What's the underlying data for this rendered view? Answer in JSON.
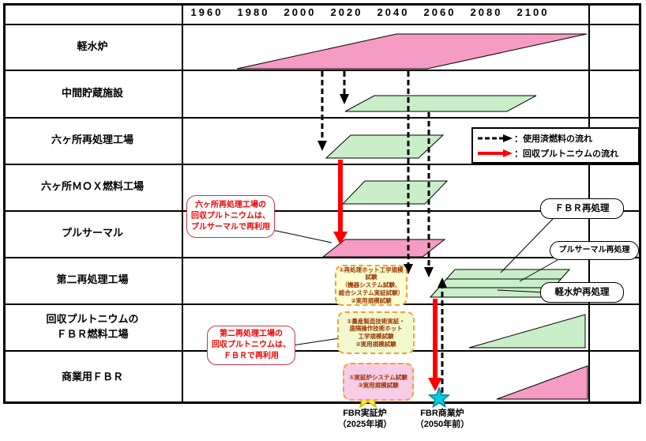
{
  "timeline": {
    "years": [
      "1960",
      "1980",
      "2000",
      "2020",
      "2040",
      "2060",
      "2080",
      "2100"
    ]
  },
  "rows": [
    {
      "label": "軽水炉"
    },
    {
      "label": "中間貯蔵施設"
    },
    {
      "label": "六ヶ所再処理工場"
    },
    {
      "label": "六ヶ所ＭＯＸ燃料工場"
    },
    {
      "label": "プルサーマル"
    },
    {
      "label": "第二再処理工場"
    },
    {
      "label": "回収プルトニウムの\nＦＢＲ燃料工場"
    },
    {
      "label": "商業用ＦＢＲ"
    }
  ],
  "legend": {
    "spent_fuel": "：使用済燃料の流れ",
    "recovered_pu": "：回収プルトニウムの流れ"
  },
  "callouts": {
    "rokkasho_pu": "六ヶ所再処理工場の\n回収プルトニウムは、\nプルサーマルで再利用",
    "second_pu": "第二再処理工場の\n回収プルトニウムは、\nＦＢＲで再利用",
    "fbr_reprocessing": "ＦＢＲ再処理",
    "pluthermal_reprocessing": "プルサーマル再処理",
    "lwr_reprocessing": "軽水炉再処理"
  },
  "notes": {
    "second_plant": "①再処理ホット工学規模試験\n（機器システム試験、\n総合システム実証試験）\n②実用規模試験",
    "fbr_fuel_plant": "①量産製造技術実証・\n遠隔操作技術ホット\n工学規模試験\n②実用規模試験",
    "commercial_fbr": "①実証炉システム試験\n②実用規模試験"
  },
  "milestones": {
    "demo": {
      "name": "FBR実証炉",
      "date": "（2025年頃）"
    },
    "commercial": {
      "name": "FBR商業炉",
      "date": "（2050年前）"
    }
  },
  "colors": {
    "band_pink": "#F59BC4",
    "band_green": "#C8EFC8",
    "arrow_red": "#FF0000",
    "arrow_black": "#000000",
    "star_yellow": "#FFFF00",
    "star_cyan": "#00CCE0"
  }
}
